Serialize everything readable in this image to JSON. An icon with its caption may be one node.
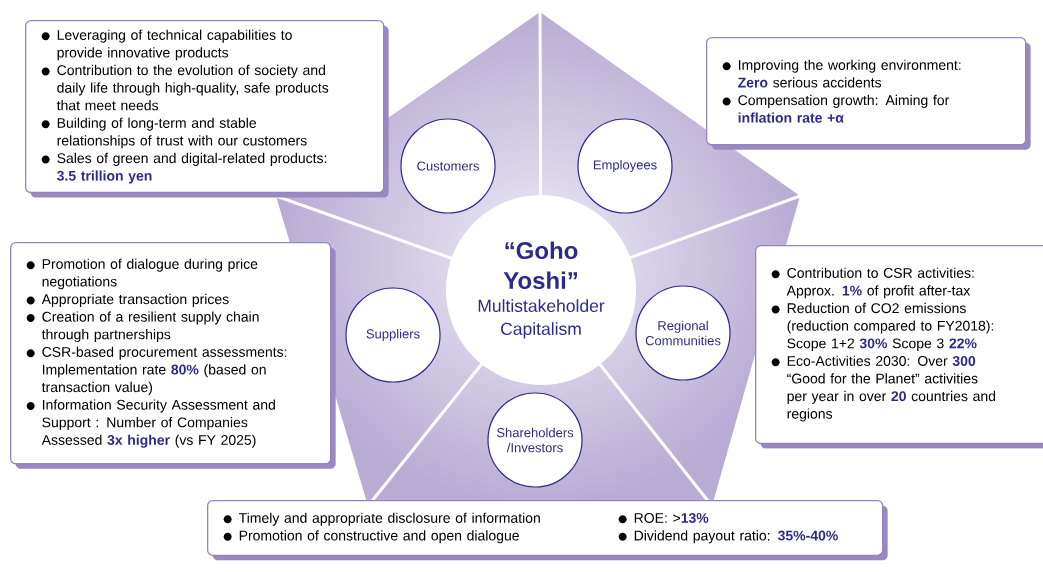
{
  "diagram": {
    "nodes": [
      {
        "text": [
          "Leveraging of technical capabilities to provide innovative products",
          "Contribution to the evolution of society and daily life through high-quality, safe products that meet needs",
          "Building of long-term and stable relationships of trust with our customers",
          "Sales of green and digital-related products: **3.5 trillion yen**"
        ]
      },
      {
        "text": [
          "Customers"
        ]
      },
      {
        "text": [
          "Employees"
        ]
      },
      {
        "text": [
          "Improving the working environment: **Zero** serious accidents",
          "Compensation growth: Aiming for **inflation rate +α**"
        ]
      },
      {
        "text": [
          "Promotion of dialogue during price negotiations",
          "Appropriate transaction prices",
          "Creation of a resilient supply chain through partnerships",
          "CSR-based procurement assessments: Implementation rate **80%** (based on transaction value)",
          "Information Security Assessment and Support : Number of Companies Assessed **3x higher** (vs FY 2025)"
        ]
      },
      {
        "text": [
          "“Goho Yoshi”",
          "Multistakeholder Capitalism"
        ]
      },
      {
        "text": [
          "Suppliers"
        ]
      },
      {
        "text": [
          "Regional Communities"
        ]
      },
      {
        "text": [
          "Contribution to CSR activities: Approx. **1%** of profit after-tax",
          "Reduction of CO2 emissions (reduction compared to FY2018): Scope 1+2 **30%** Scope 3 **22%**",
          "Eco-Activities 2030: Over **300** “Good for the Planet” activities per year in over **20** countries and regions"
        ]
      },
      {
        "text": [
          "Shareholders /Investors"
        ]
      },
      {
        "text": [
          "Timely and appropriate disclosure of information",
          "Promotion of constructive and open dialogue",
          "ROE: >**13%**",
          "Dividend payout ratio: **35%-40%**"
        ]
      }
    ]
  }
}
